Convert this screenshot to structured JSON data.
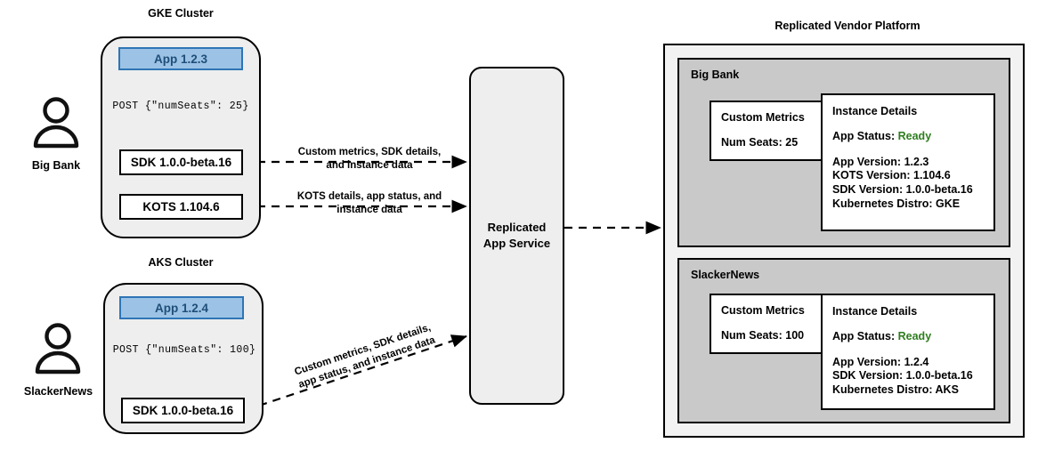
{
  "clusters": [
    {
      "title": "GKE Cluster",
      "actor": "Big Bank",
      "actor_icon": "person-icon",
      "app_label": "App 1.2.3",
      "post_label": "POST {\"numSeats\": 25}",
      "components": [
        {
          "label": "SDK 1.0.0-beta.16"
        },
        {
          "label": "KOTS 1.104.6"
        }
      ]
    },
    {
      "title": "AKS Cluster",
      "actor": "SlackerNews",
      "actor_icon": "person-icon",
      "app_label": "App 1.2.4",
      "post_label": "POST {\"numSeats\": 100}",
      "components": [
        {
          "label": "SDK 1.0.0-beta.16"
        }
      ]
    }
  ],
  "edges": [
    {
      "label": "Custom metrics, SDK details, and instance data"
    },
    {
      "label": "KOTS details, app status, and instance data"
    },
    {
      "label": "Custom metrics, SDK details, app status, and instance data"
    }
  ],
  "service": {
    "label_line1": "Replicated",
    "label_line2": "App Service"
  },
  "platform": {
    "title": "Replicated Vendor Platform",
    "tenants": [
      {
        "name": "Big Bank",
        "metrics": {
          "title": "Custom Metrics",
          "line": "Num Seats: 25"
        },
        "details": {
          "title": "Instance Details",
          "status_label": "App Status:",
          "status_value": "Ready",
          "lines": [
            "App Version: 1.2.3",
            "KOTS Version: 1.104.6",
            "SDK Version: 1.0.0-beta.16",
            "Kubernetes Distro: GKE"
          ]
        }
      },
      {
        "name": "SlackerNews",
        "metrics": {
          "title": "Custom Metrics",
          "line": "Num Seats: 100"
        },
        "details": {
          "title": "Instance Details",
          "status_label": "App Status:",
          "status_value": "Ready",
          "lines": [
            "App Version: 1.2.4",
            "SDK Version: 1.0.0-beta.16",
            "Kubernetes Distro: AKS"
          ]
        }
      }
    ]
  },
  "colors": {
    "app_fill": "#9cc3e5",
    "app_border": "#2e75b6",
    "app_text": "#1f4e79",
    "cluster_fill": "#eeeeee",
    "tenant_fill": "#c9c9c9",
    "platform_fill": "#f2f2f2",
    "status_ready": "#2f7d1f"
  }
}
